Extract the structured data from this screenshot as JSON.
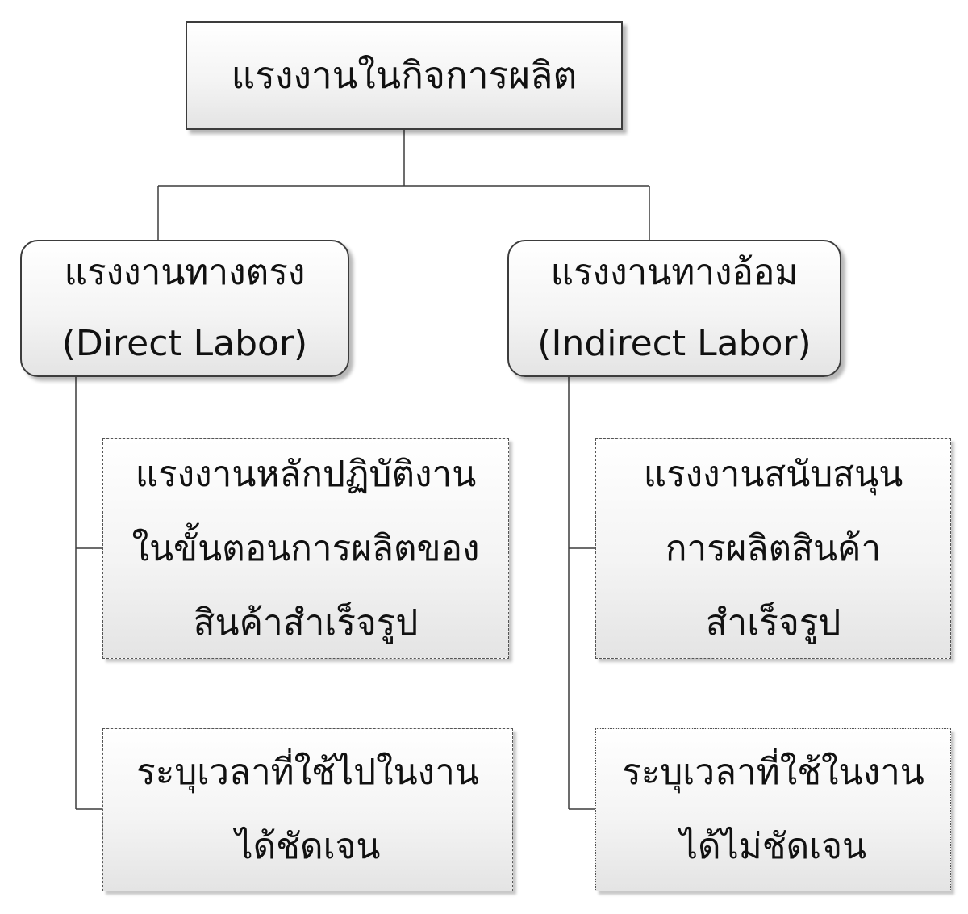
{
  "root": {
    "label": "แรงงานในกิจการผลิต"
  },
  "branches": [
    {
      "title": "แรงงานทางตรง",
      "subtitle": "(Direct Labor)",
      "description_lines": [
        "แรงงานหลักปฏิบัติงาน",
        "ในขั้นตอนการผลิตของ",
        "สินค้าสำเร็จรูป"
      ],
      "time_lines": [
        "ระบุเวลาที่ใช้ไปในงาน",
        "ได้ชัดเจน"
      ]
    },
    {
      "title": "แรงงานทางอ้อม",
      "subtitle": "(Indirect Labor)",
      "description_lines": [
        "แรงงานสนับสนุน",
        "การผลิตสินค้า",
        "สำเร็จรูป"
      ],
      "time_lines": [
        "ระบุเวลาที่ใช้ในงาน",
        "ได้ไม่ชัดเจน"
      ]
    }
  ]
}
